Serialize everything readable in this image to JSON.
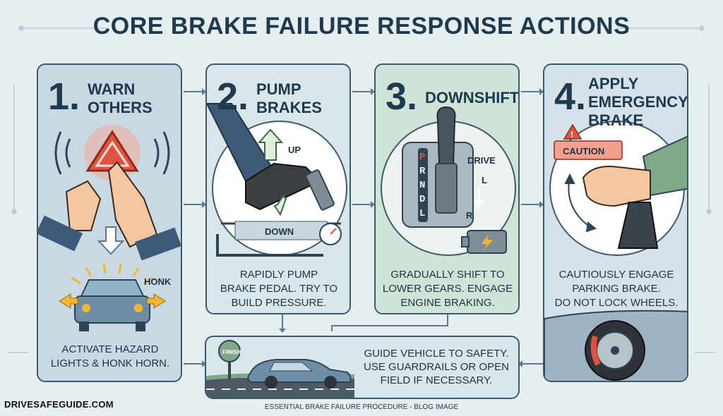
{
  "title": "CORE BRAKE FAILURE RESPONSE ACTIONS",
  "steps": [
    {
      "number": "1.",
      "heading_line1": "WARN",
      "heading_line2": "OTHERS",
      "desc_line1": "ACTIVATE HAZARD",
      "desc_line2": "LIGHTS & HONK HORN.",
      "honk_label": "HONK"
    },
    {
      "number": "2.",
      "heading_line1": "PUMP",
      "heading_line2": "BRAKES",
      "desc_line1": "RAPIDLY PUMP",
      "desc_line2": "BRAKE PEDAL. TRY TO",
      "desc_line3": "BUILD PRESSURE.",
      "up_label": "UP",
      "down_label": "DOWN"
    },
    {
      "number": "3.",
      "heading_line1": "DOWNSHIFT",
      "desc_line1": "GRADUALLY SHIFT TO",
      "desc_line2": "LOWER GEARS. ENGAGE",
      "desc_line3": "ENGINE BRAKING.",
      "gears": [
        "P",
        "R",
        "N",
        "D",
        "L"
      ],
      "drive_label": "DRIVE",
      "l_label": "L",
      "r_label": "R"
    },
    {
      "number": "4.",
      "heading_line1": "APPLY",
      "heading_line2": "EMERGENCY",
      "heading_line3": "BRAKE",
      "desc_line1": "CAUTIOUSLY ENGAGE",
      "desc_line2": "PARKING BRAKE.",
      "desc_line3": "DO NOT LOCK WHEELS.",
      "caution_label": "CAUTION"
    }
  ],
  "final": {
    "desc_line1": "GUIDE VEHICLE TO SAFETY.",
    "desc_line2": "USE GUARDRAILS OR OPEN",
    "desc_line3": "FIELD IF NECESSARY.",
    "finish_label": "FINISH"
  },
  "brand": "DRIVESAFEGUIDE.COM",
  "footer": "ESSENTIAL BRAKE FAILURE PROCEDURE - BLOG IMAGE",
  "colors": {
    "background": "#e6eef1",
    "panel_border": "#3e5a6d",
    "hazard_red": "#e0533f",
    "amber": "#f2b632",
    "car_blue": "#6d8ea5",
    "suit_blue": "#3e5a78"
  }
}
